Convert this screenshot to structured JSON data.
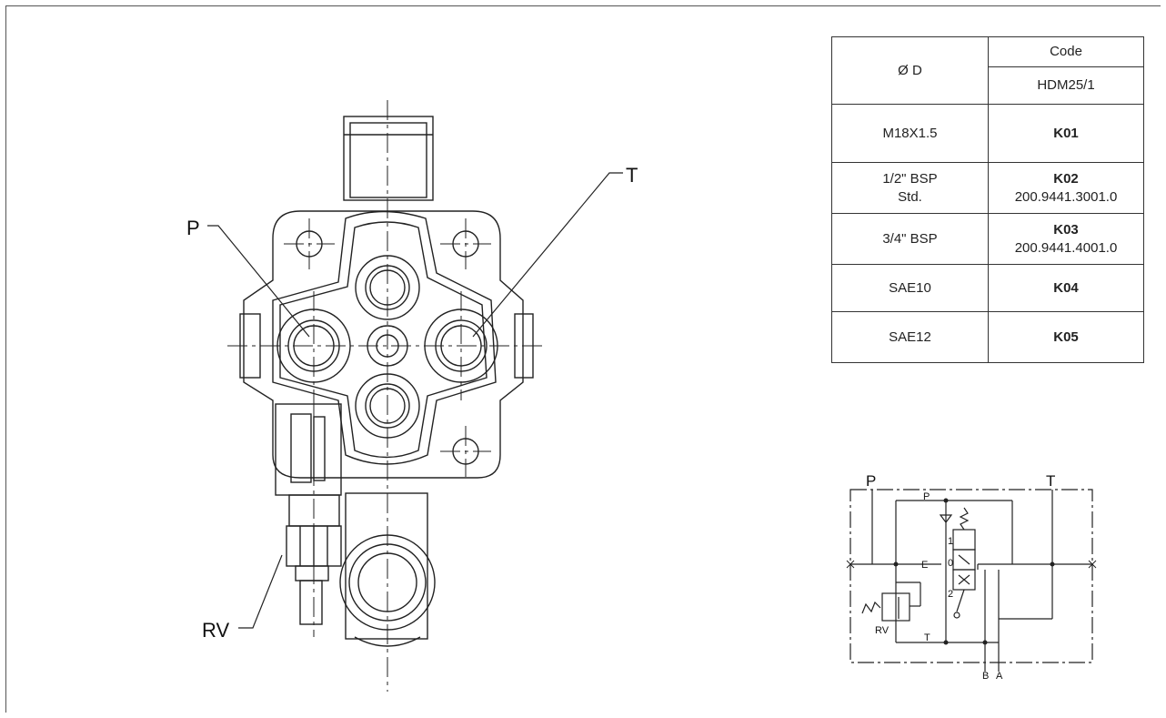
{
  "main_view": {
    "label_p": "P",
    "label_t": "T",
    "label_rv": "RV"
  },
  "code_table": {
    "header_left": "Ø D",
    "header_right_top": "Code",
    "header_right_bottom": "HDM25/1",
    "rows": [
      {
        "size": "M18X1.5",
        "code": "K01",
        "part": ""
      },
      {
        "size": "1/2\" BSP\nStd.",
        "size_line1": "1/2\" BSP",
        "size_line2": "Std.",
        "code": "K02",
        "part": "200.9441.3001.0"
      },
      {
        "size": "3/4\" BSP",
        "code": "K03",
        "part": "200.9441.4001.0"
      },
      {
        "size": "SAE10",
        "code": "K04",
        "part": ""
      },
      {
        "size": "SAE12",
        "code": "K05",
        "part": ""
      }
    ]
  },
  "schematic": {
    "port_p": "P",
    "port_t": "T",
    "inner_p": "P",
    "inner_e": "E",
    "inner_t": "T",
    "pos_1": "1",
    "pos_0": "0",
    "pos_2": "2",
    "rv": "RV",
    "port_b": "B",
    "port_a": "A"
  }
}
